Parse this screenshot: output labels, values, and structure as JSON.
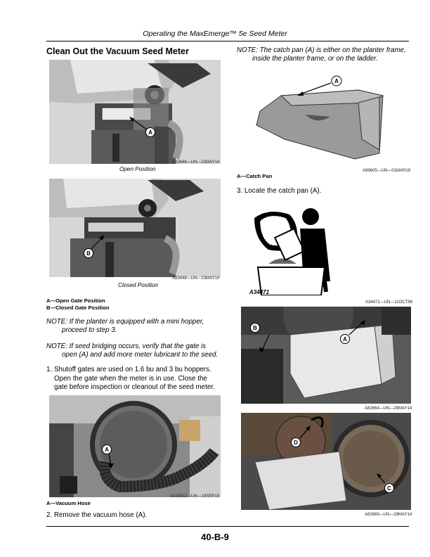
{
  "header": {
    "title": "Operating the MaxEmerge™ 5e Seed Meter"
  },
  "section_title": "Clean Out the Vacuum Seed Meter",
  "figures": {
    "fig1": {
      "code": "A82646—UN—23MAY14",
      "caption": "Open Position",
      "callout": "A"
    },
    "fig2": {
      "code": "A82648—UN—23MAY14",
      "caption": "Closed Position",
      "callout": "B"
    },
    "fig3": {
      "code": "A105812—UN—19SEP19",
      "callout": "A"
    },
    "fig4": {
      "code": "A89605—UN—01MAR18",
      "callout": "A"
    },
    "fig5": {
      "code": "A34471—UN—11OCT88",
      "inline_label": "A34471"
    },
    "fig6": {
      "code": "A82664—UN—29MAY14",
      "callout_b": "B",
      "callout_a": "A"
    },
    "fig7": {
      "code": "A82665—UN—29MAY14",
      "callout_d": "D",
      "callout_c": "C"
    }
  },
  "legend1": {
    "a": "A—Open Gate Position",
    "b": "B—Closed Gate Position"
  },
  "notes": {
    "mini_hopper_1": "NOTE: If the planter is equipped with a mini hopper,",
    "mini_hopper_2": "proceed to step 3.",
    "bridging_1": "NOTE: If seed bridging occurs, verify that the gate is",
    "bridging_2": "open (A) and add more meter lubricant to the seed.",
    "catch_pan_1": "NOTE: The catch pan (A) is either on the planter frame,",
    "catch_pan_2": "inside the planter frame, or on the ladder."
  },
  "steps": {
    "step1_num": "1.",
    "step1_l1": "Shutoff gates are used on 1.6 bu and 3 bu hoppers.",
    "step1_l2": "Open the gate when the meter is in use. Close the",
    "step1_l3": "gate before inspection or cleanout of the seed meter.",
    "step2_num": "2.",
    "step2": "Remove the vacuum hose (A).",
    "step3_num": "3.",
    "step3": "Locate the catch pan (A)."
  },
  "legend_hose": "A—Vacuum Hose",
  "legend_pan": "A—Catch Pan",
  "page_number": "40-B-9"
}
